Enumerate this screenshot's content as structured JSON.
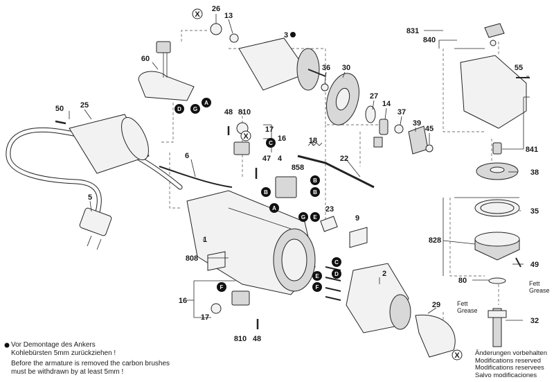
{
  "labels": {
    "p26": "26",
    "p13": "13",
    "p3": "3",
    "p831": "831",
    "p840": "840",
    "p60": "60",
    "p36": "36",
    "p30": "30",
    "p55": "55",
    "p27": "27",
    "p14": "14",
    "p50": "50",
    "p25": "25",
    "p48a": "48",
    "p810a": "810",
    "p17a": "17",
    "p16a": "16",
    "p37": "37",
    "p39": "39",
    "p45": "45",
    "p841": "841",
    "p18": "18",
    "p6": "6",
    "p47": "47",
    "p4": "4",
    "p858": "858",
    "p22": "22",
    "p38": "38",
    "p5": "5",
    "p23": "23",
    "p9": "9",
    "p35": "35",
    "p1": "1",
    "p828": "828",
    "p808": "808",
    "p2": "2",
    "p49": "49",
    "p80": "80",
    "p16b": "16",
    "p17b": "17",
    "p29": "29",
    "p32": "32",
    "p810b": "810",
    "p48b": "48"
  },
  "letters": {
    "x1": "X",
    "x2": "X",
    "x3": "X",
    "a1": "A",
    "a2": "A",
    "b1": "B",
    "b2": "B",
    "c1": "C",
    "c2": "C",
    "d1": "D",
    "d2": "D",
    "e1": "E",
    "e2": "E",
    "f1": "F",
    "f2": "F",
    "g1": "G",
    "g2": "G"
  },
  "fett1": "Fett",
  "grease1": "Grease",
  "fett2": "Fett",
  "grease2": "Grease",
  "note": {
    "line1": "Vor Demontage des Ankers",
    "line2": "Kohlebürsten 5mm zurückziehen !",
    "line3": "Before the armature is removed the carbon brushes",
    "line4": "must be withdrawn by at least 5mm !"
  },
  "mods": {
    "de": "Änderungen vorbehalten",
    "en": "Modifications reserved",
    "fr": "Modifications reservees",
    "es": "Salvo modificaciones"
  }
}
